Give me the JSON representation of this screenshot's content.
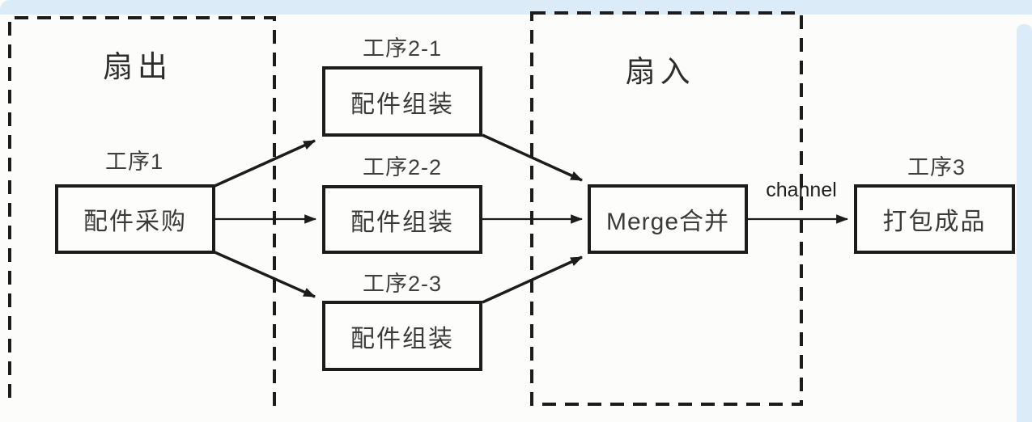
{
  "diagram": {
    "groups": {
      "fan_out": {
        "label": "扇出"
      },
      "fan_in": {
        "label": "扇入"
      }
    },
    "stages": [
      {
        "id": "stage-1",
        "title": "工序1",
        "box_label": "配件采购"
      },
      {
        "id": "stage-2-1",
        "title": "工序2-1",
        "box_label": "配件组装"
      },
      {
        "id": "stage-2-2",
        "title": "工序2-2",
        "box_label": "配件组装"
      },
      {
        "id": "stage-2-3",
        "title": "工序2-3",
        "box_label": "配件组装"
      },
      {
        "id": "merge",
        "title": "",
        "box_label": "Merge合并"
      },
      {
        "id": "stage-3",
        "title": "工序3",
        "box_label": "打包成品"
      }
    ],
    "edge_labels": {
      "channel": "channel"
    },
    "colors": {
      "line": "#1c1c1c",
      "background": "#fcfcfa",
      "panel_edge": "#dbecf8"
    }
  }
}
